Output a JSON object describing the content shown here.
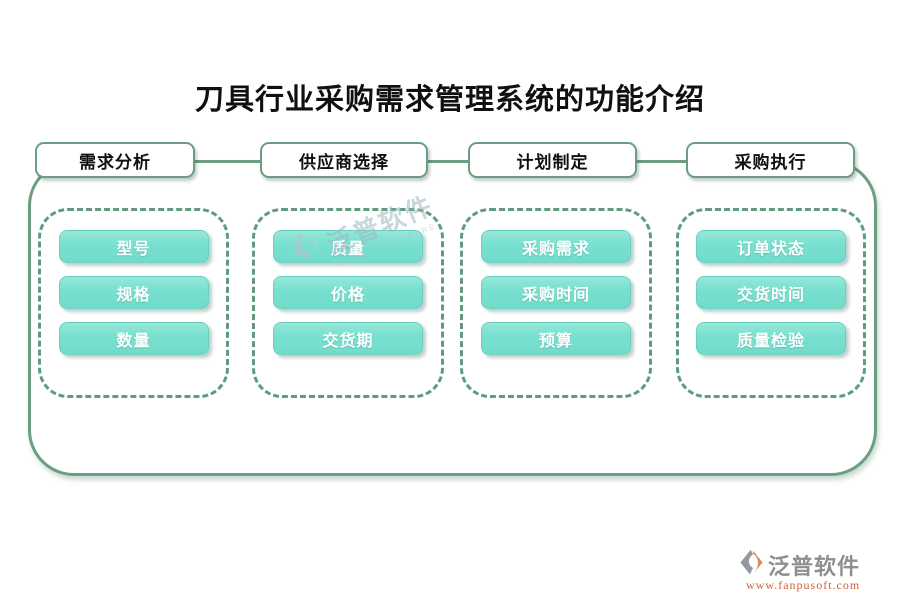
{
  "title": "刀具行业采购需求管理系统的功能介绍",
  "columns": [
    {
      "header": "需求分析",
      "items": [
        "型号",
        "规格",
        "数量"
      ]
    },
    {
      "header": "供应商选择",
      "items": [
        "质量",
        "价格",
        "交货期"
      ]
    },
    {
      "header": "计划制定",
      "items": [
        "采购需求",
        "采购时间",
        "预算"
      ]
    },
    {
      "header": "采购执行",
      "items": [
        "订单状态",
        "交货时间",
        "质量检验"
      ]
    }
  ],
  "watermark": {
    "text": "泛普软件",
    "subtext": "FANPU SOFTWARE"
  },
  "footer": {
    "brand": "泛普软件",
    "url": "www.fanpusoft.com"
  },
  "colors": {
    "container_border": "#6b9e81",
    "panel_dashed_border": "#5f9c7d",
    "button_fill": "#7ae0d0",
    "button_text": "#ffffff",
    "title_text": "#101010",
    "brand_gray": "#8f8f8f",
    "url_orange": "#d26038"
  }
}
